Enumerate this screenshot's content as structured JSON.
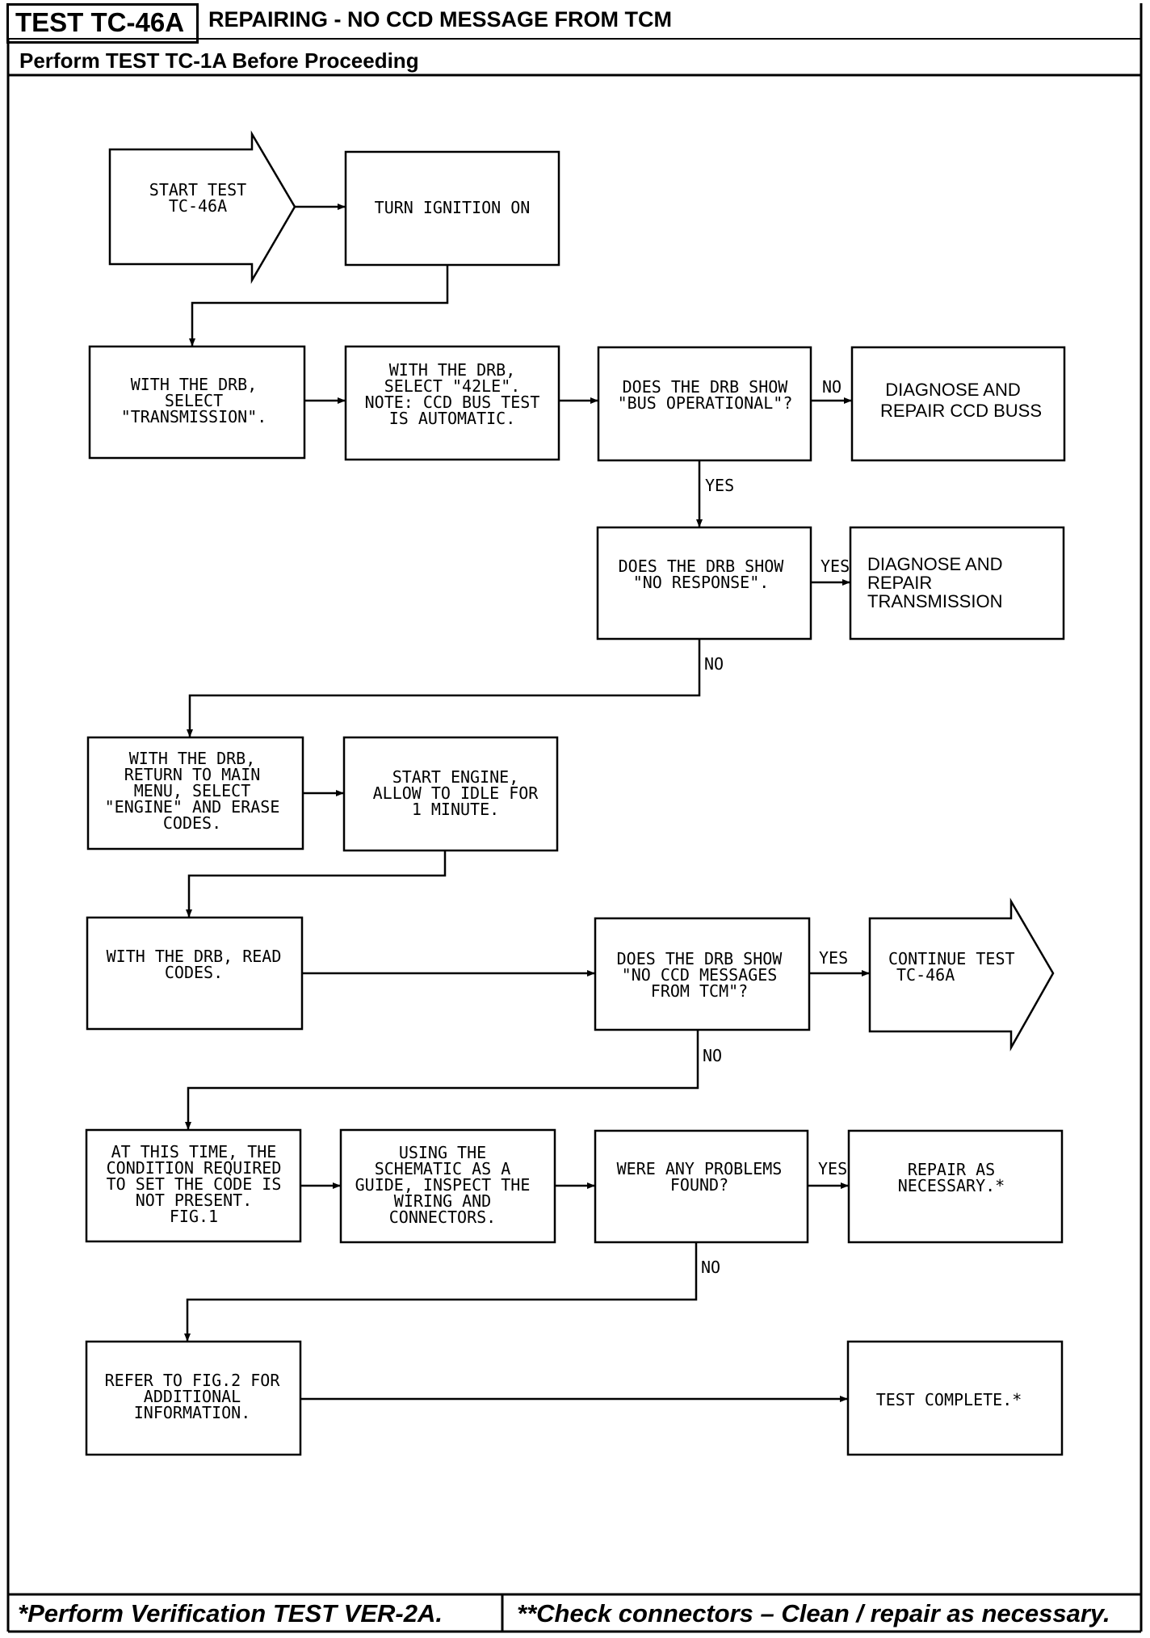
{
  "header": {
    "test_id": "TEST TC-46A",
    "title": "REPAIRING - NO CCD MESSAGE FROM TCM",
    "prerequisite": "Perform TEST TC-1A Before Proceeding"
  },
  "flowchart": {
    "nodes": {
      "start": {
        "lines": [
          "START TEST",
          "TC-46A"
        ]
      },
      "ignition": {
        "lines": [
          "TURN IGNITION ON"
        ]
      },
      "select_trans": {
        "lines": [
          "WITH THE DRB,",
          "SELECT",
          "\"TRANSMISSION\"."
        ]
      },
      "select_42le": {
        "lines": [
          "WITH THE DRB,",
          "SELECT \"42LE\".",
          "NOTE: CCD BUS TEST",
          "IS AUTOMATIC."
        ]
      },
      "bus_operational": {
        "lines": [
          "DOES THE DRB SHOW",
          "\"BUS OPERATIONAL\"?"
        ]
      },
      "repair_ccd": {
        "lines": [
          "DIAGNOSE AND",
          "REPAIR CCD BUSS"
        ]
      },
      "no_response": {
        "lines": [
          "DOES THE DRB SHOW",
          "\"NO RESPONSE\"."
        ]
      },
      "repair_trans": {
        "lines": [
          "DIAGNOSE  AND",
          "REPAIR",
          "TRANSMISSION"
        ]
      },
      "erase_codes": {
        "lines": [
          "WITH THE DRB,",
          "RETURN TO MAIN",
          "MENU, SELECT",
          "\"ENGINE\" AND ERASE",
          "CODES."
        ]
      },
      "start_engine": {
        "lines": [
          "START ENGINE,",
          "ALLOW TO IDLE FOR",
          "1 MINUTE."
        ]
      },
      "read_codes": {
        "lines": [
          "WITH THE DRB, READ",
          "CODES."
        ]
      },
      "no_ccd_msgs": {
        "lines": [
          "DOES THE DRB SHOW",
          "\"NO CCD MESSAGES",
          "FROM TCM\"?"
        ]
      },
      "continue": {
        "lines": [
          "CONTINUE TEST",
          "TC-46A"
        ]
      },
      "condition": {
        "lines": [
          "AT THIS TIME, THE",
          "CONDITION REQUIRED",
          "TO SET THE CODE IS",
          "NOT PRESENT.",
          "FIG.1"
        ]
      },
      "schematic": {
        "lines": [
          "USING THE",
          "SCHEMATIC AS A",
          "GUIDE, INSPECT THE",
          "WIRING AND",
          "CONNECTORS."
        ]
      },
      "problems": {
        "lines": [
          "WERE ANY PROBLEMS",
          "FOUND?"
        ]
      },
      "repair_nec": {
        "lines": [
          "REPAIR AS",
          "NECESSARY.*"
        ]
      },
      "refer_fig2": {
        "lines": [
          "REFER TO FIG.2 FOR",
          "ADDITIONAL",
          "INFORMATION."
        ]
      },
      "complete": {
        "lines": [
          "TEST COMPLETE.*"
        ]
      }
    },
    "branch_labels": {
      "bus_no": "NO",
      "bus_yes": "YES",
      "noresp_yes": "YES",
      "noresp_no": "NO",
      "msgs_yes": "YES",
      "msgs_no": "NO",
      "problems_yes": "YES",
      "problems_no": "NO"
    }
  },
  "footer": {
    "left": "*Perform Verification TEST VER-2A.",
    "right": "**Check connectors – Clean / repair as necessary."
  }
}
